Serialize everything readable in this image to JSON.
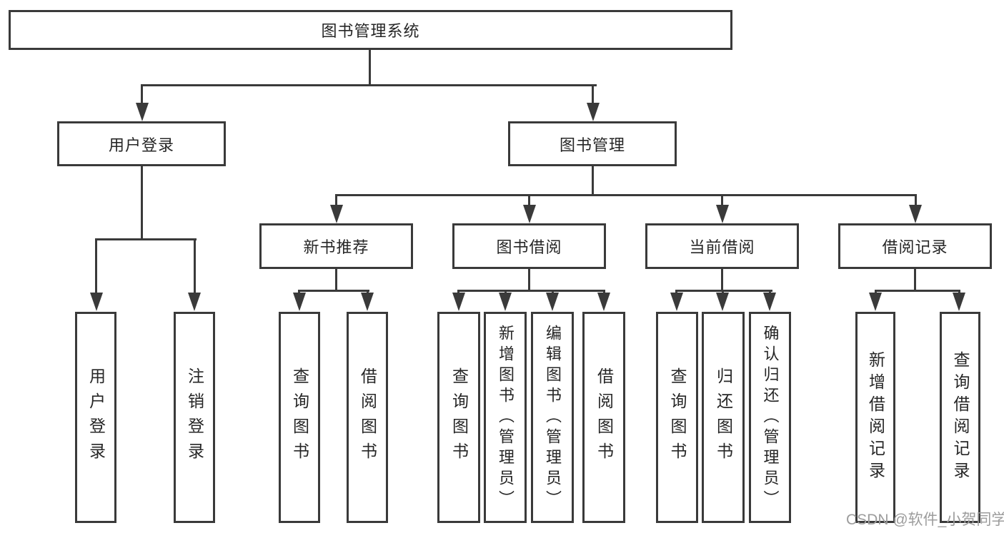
{
  "diagram": {
    "root": {
      "label": "图书管理系统"
    },
    "level2": [
      {
        "label": "用户登录"
      },
      {
        "label": "图书管理"
      }
    ],
    "level3": [
      {
        "label": "新书推荐"
      },
      {
        "label": "图书借阅"
      },
      {
        "label": "当前借阅"
      },
      {
        "label": "借阅记录"
      }
    ],
    "leaves": {
      "user_login": [
        "用户登录",
        "注销登录"
      ],
      "new_book_recommend": [
        "查询图书",
        "借阅图书"
      ],
      "book_borrow": [
        "查询图书",
        "新增图书（管理员）",
        "编辑图书（管理员）",
        "借阅图书"
      ],
      "current_borrow": [
        "查询图书",
        "归还图书",
        "确认归还（管理员）"
      ],
      "borrow_records": [
        "新增借阅记录",
        "查询借阅记录"
      ]
    },
    "colors": {
      "line": "#3a3a3a",
      "text": "#262626",
      "watermark": "#9c9c9c",
      "background": "#ffffff"
    }
  },
  "watermark": {
    "text": "CSDN @软件_小贺同学"
  }
}
